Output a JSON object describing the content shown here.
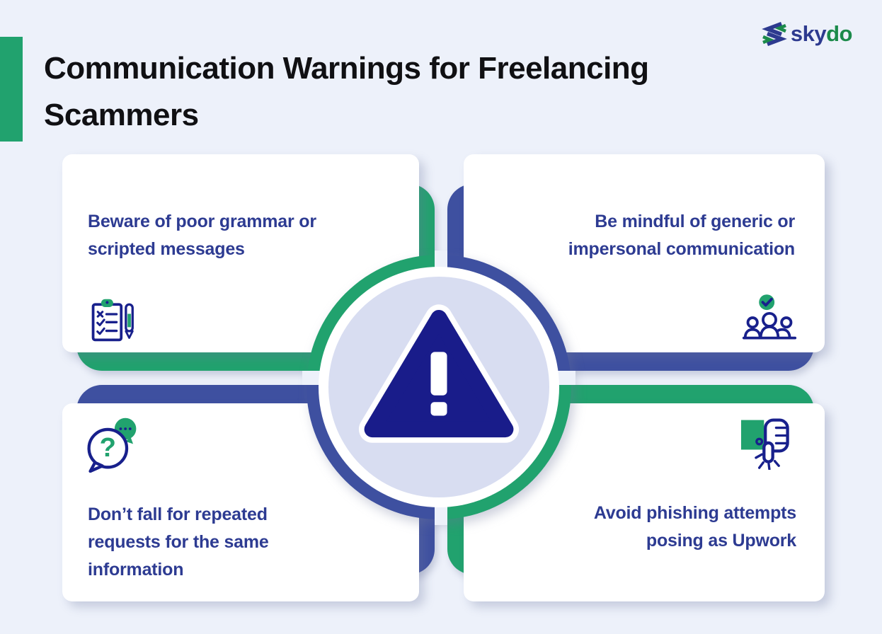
{
  "header": {
    "title": "Communication Warnings for Freelancing Scammers",
    "logo": {
      "brand_sky": "sky",
      "brand_do": "do"
    }
  },
  "cards": {
    "top_left": {
      "text": "Beware of poor grammar or scripted messages",
      "icon": "checklist-pen-icon"
    },
    "top_right": {
      "text": "Be mindful of generic or impersonal communication",
      "icon": "people-approved-icon"
    },
    "bottom_left": {
      "text": "Don’t fall for repeated requests for the same information",
      "icon": "question-chat-icon"
    },
    "bottom_right": {
      "text": "Avoid phishing attempts posing as Upwork",
      "icon": "thumbs-down-icon"
    }
  },
  "center": {
    "icon": "warning-triangle-icon"
  },
  "colors": {
    "background": "#EDF1FA",
    "card": "#FFFFFF",
    "green": "#21A26E",
    "blue": "#3E50A0",
    "triangle_navy": "#191C8A",
    "icon_navy": "#18208C",
    "text_indigo": "#2D3B92",
    "hub_fill": "#D8DDF1",
    "logo_blue": "#2D3A8F",
    "logo_green": "#1B8A4A",
    "title_text": "#101013"
  }
}
